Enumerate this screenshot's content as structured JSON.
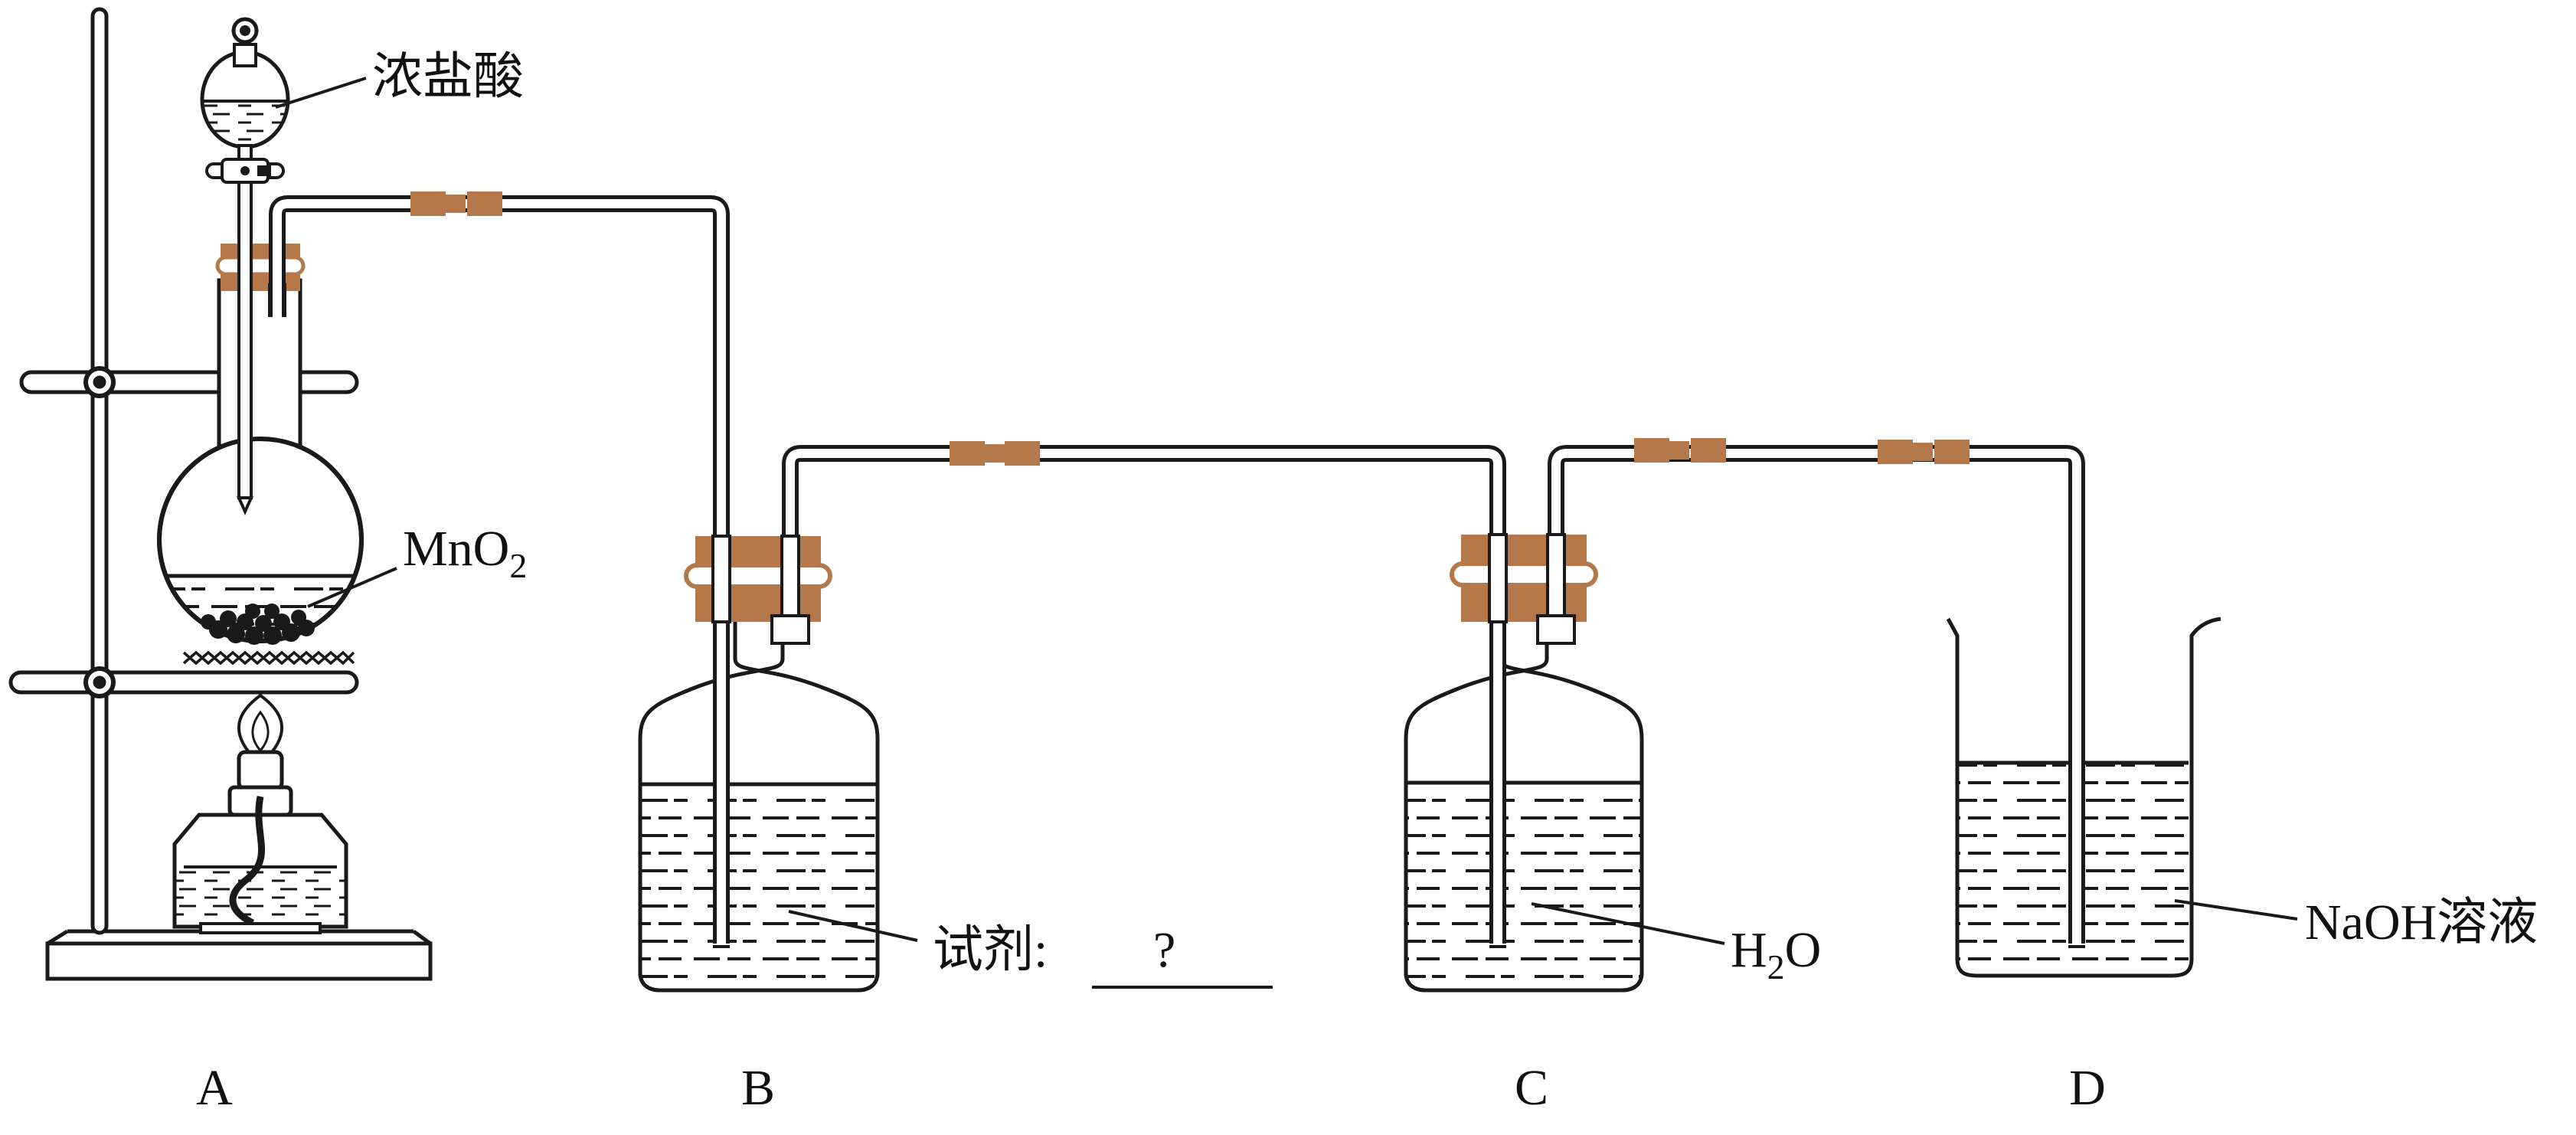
{
  "labels": {
    "funnel_reagent": "浓盐酸",
    "solid_reagent_main": "MnO",
    "solid_reagent_sub": "2",
    "reagent_prefix": "试剂:",
    "reagent_unknown": "?",
    "water_main": "H",
    "water_sub": "2",
    "water_tail": "O",
    "absorber": "NaOH溶液"
  },
  "apparatus_letters": [
    "A",
    "B",
    "C",
    "D"
  ],
  "colors": {
    "line": "#1a1a1a",
    "stopper": "#b5784a",
    "liquid_dash": "#1a1a1a",
    "background": "#ffffff"
  }
}
